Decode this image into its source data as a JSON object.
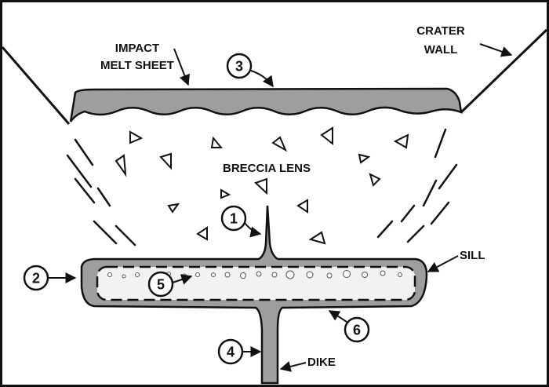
{
  "labels": {
    "impact_melt_line1": "IMPACT",
    "impact_melt_line2": "MELT SHEET",
    "crater_line1": "CRATER",
    "crater_line2": "WALL",
    "breccia": "BRECCIA LENS",
    "sill": "SILL",
    "dike": "DIKE"
  },
  "markers": [
    "1",
    "2",
    "3",
    "4",
    "5",
    "6"
  ],
  "colors": {
    "outline": "#111111",
    "melt_fill": "#9e9e9e",
    "background": "#ffffff"
  }
}
